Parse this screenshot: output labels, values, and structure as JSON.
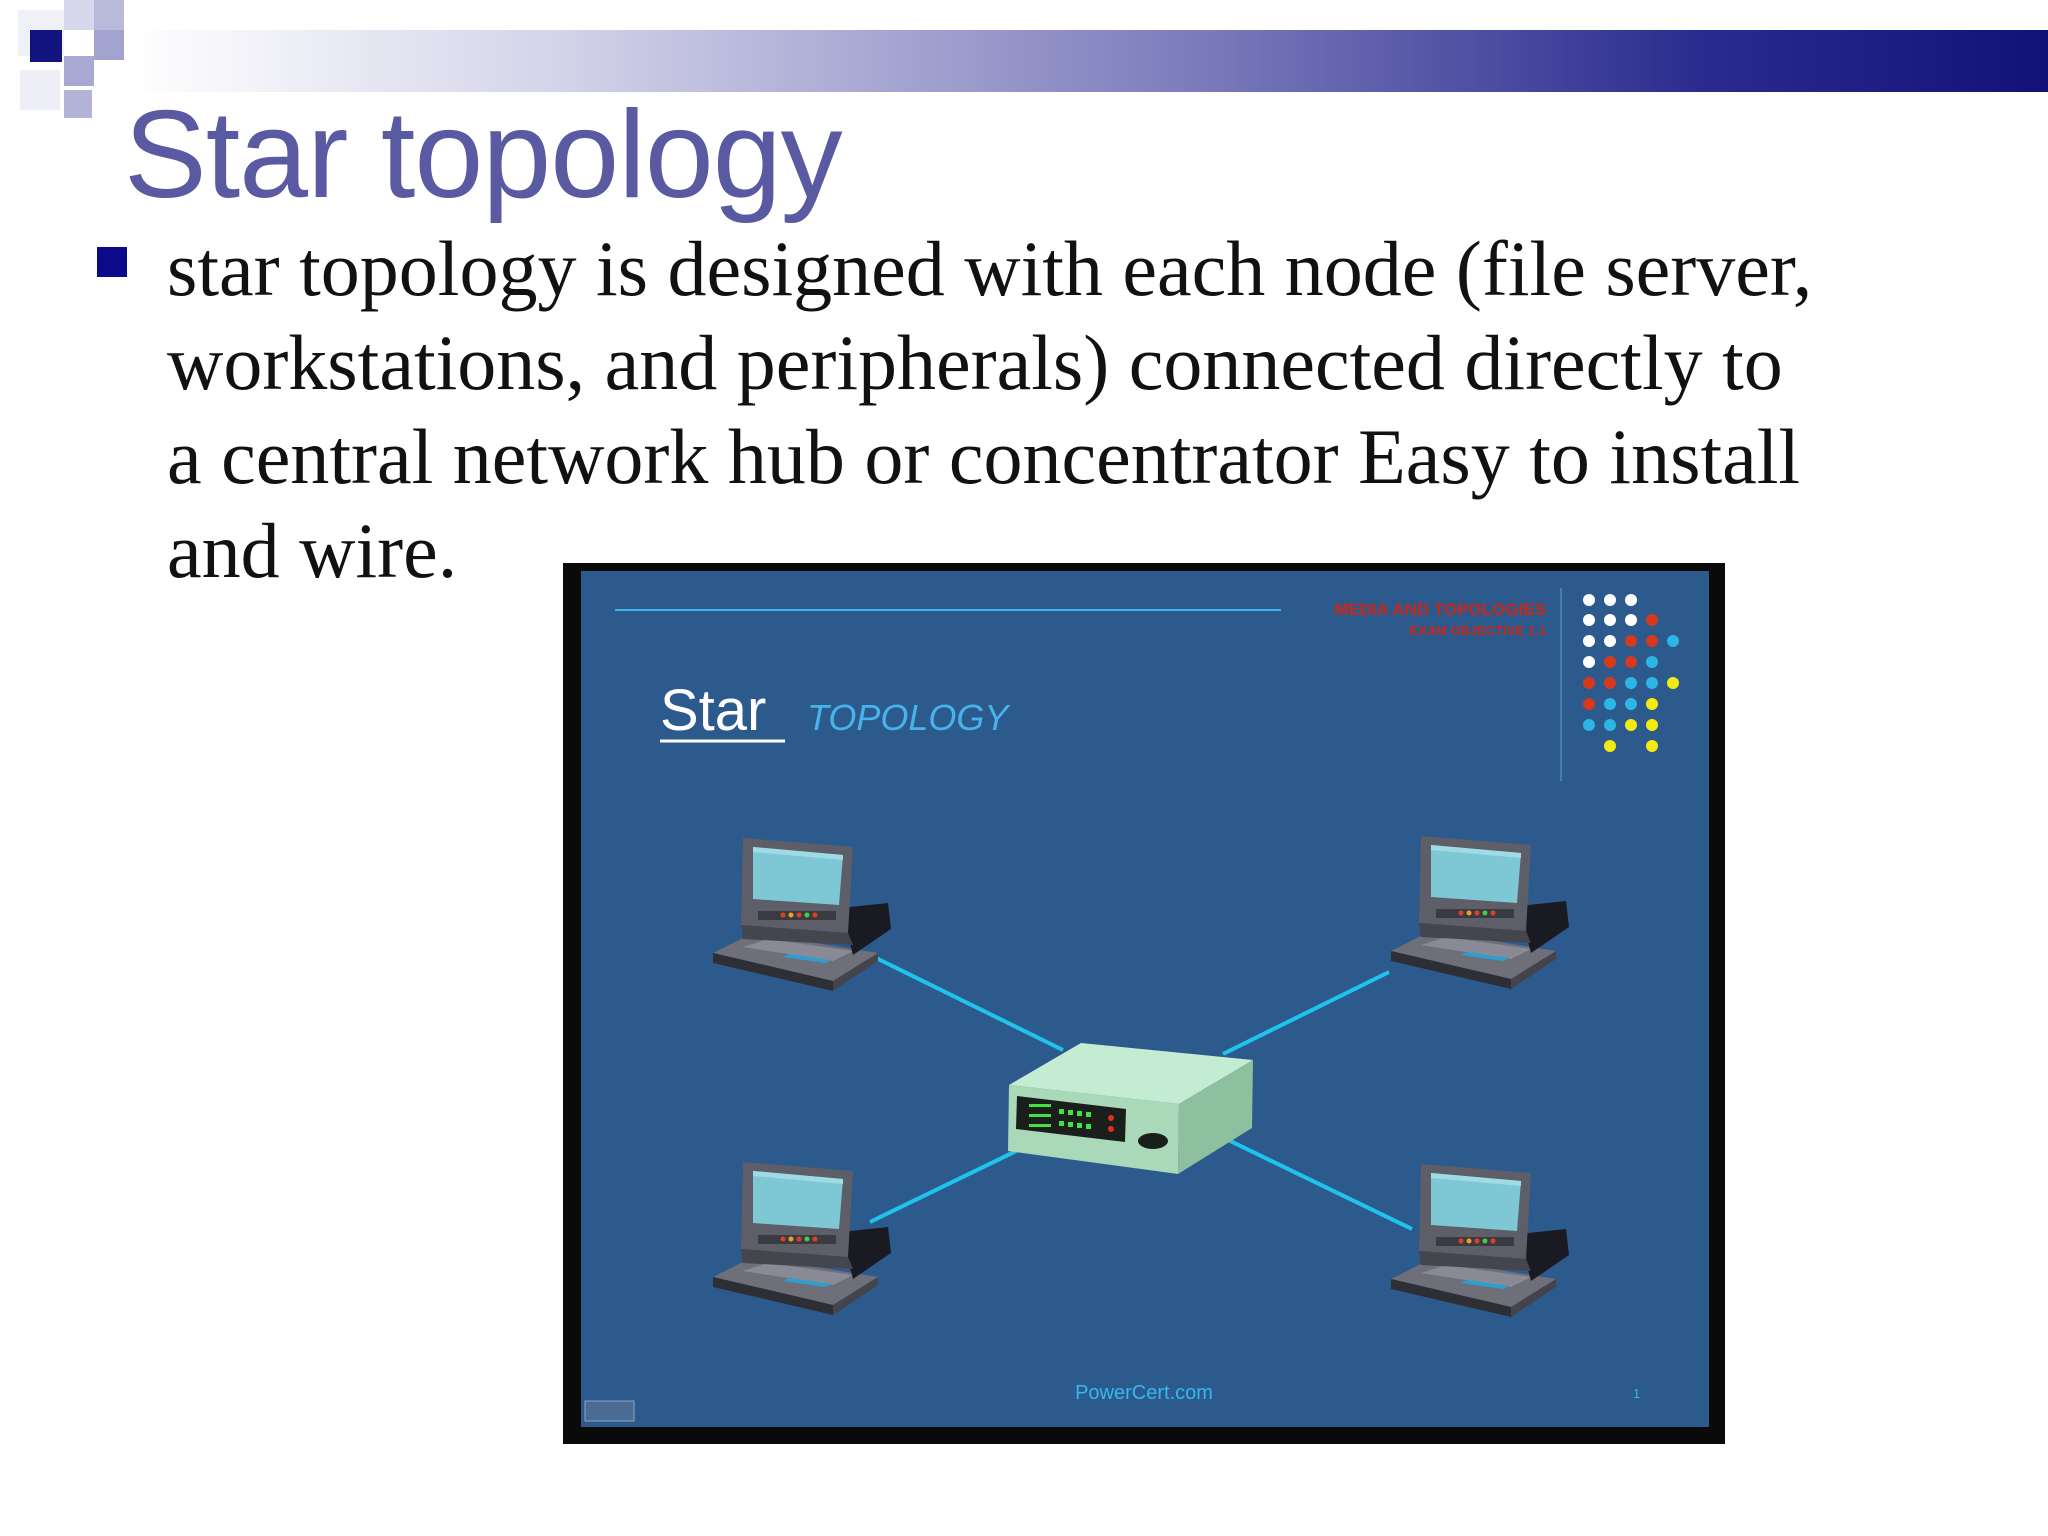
{
  "slide": {
    "title": "Star topology",
    "bullet_lines": [
      "star topology is designed with each node (file server,",
      "workstations, and peripherals) connected directly to",
      "a central network hub or concentrator Easy to install",
      "and wire."
    ]
  },
  "diagram": {
    "title_main": "Star",
    "title_sub": "TOPOLOGY",
    "header_line1": "MEDIA AND TOPOLOGIES",
    "header_line2": "EXAM OBJECTIVE 1.1",
    "footer_text": "PowerCert.com",
    "page_number": "1",
    "node_icon": "laptop-icon",
    "hub_icon": "hub-icon"
  },
  "colors": {
    "title": "#5a5aa3",
    "bullet": "#0a0a8a",
    "diagram_bg": "#2c5a8c",
    "cable": "#1fc3ec",
    "hub": "#a9d9b9",
    "laptop_screen": "#7ec7d4",
    "dot_white": "#ffffff",
    "dot_red": "#d6391e",
    "dot_blue": "#2bb6e6",
    "dot_yellow": "#f3ea12"
  }
}
